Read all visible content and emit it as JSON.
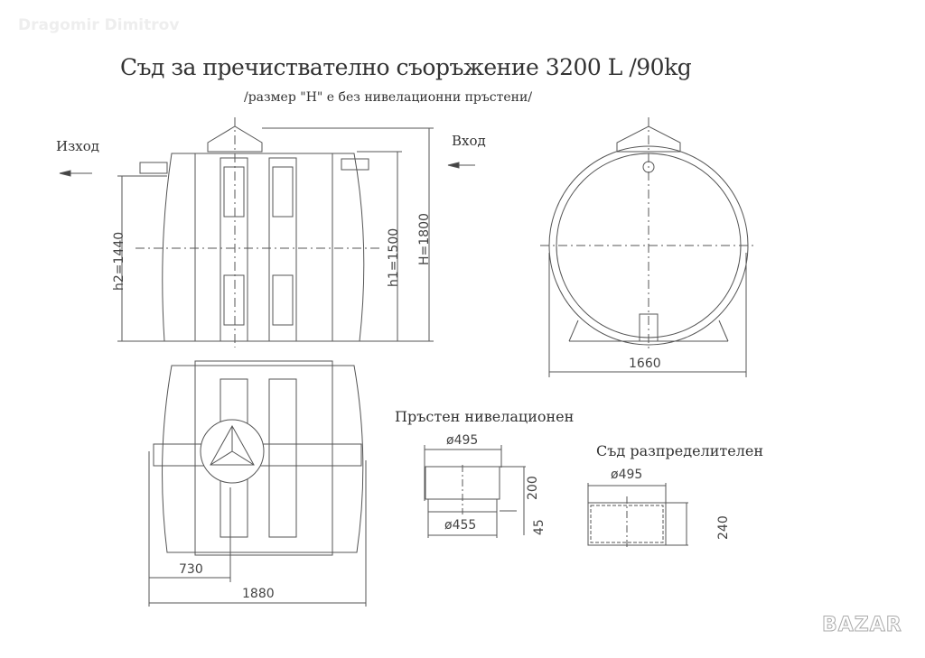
{
  "watermark": "Dragomir Dimitrov",
  "title": "Съд за пречиствателно съоръжение 3200 L /90kg",
  "subtitle": "/размер  \"Н\"   е без нивелационни пръстени/",
  "labels": {
    "outlet": "Изход",
    "inlet": "Вход"
  },
  "dimensions": {
    "h2": "h2=1440",
    "h1": "h1=1500",
    "H": "H=1800",
    "width_side": "1660",
    "offset": "730",
    "length": "1880"
  },
  "ring": {
    "heading": "Пръстен нивелационен",
    "outer_diameter": "ø495",
    "inner_diameter": "ø455",
    "height": "200",
    "step": "45"
  },
  "distributor": {
    "heading": "Съд разпределителен",
    "diameter": "ø495",
    "height": "240"
  },
  "logo": "BAZAR"
}
